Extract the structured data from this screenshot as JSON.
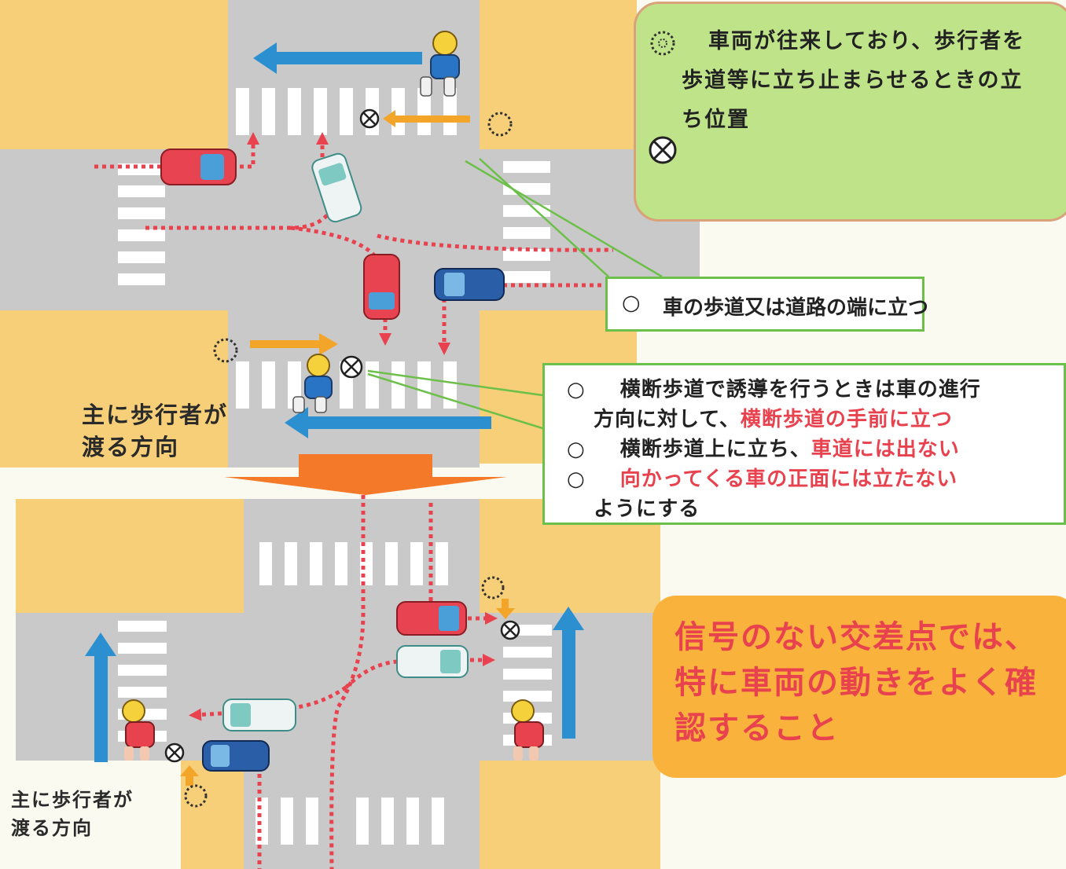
{
  "legend": {
    "stop_symbol_text": "車両が往来しており、歩行者を",
    "stop_symbol_text2": "歩道等に立ち止まらせるときの立",
    "stop_symbol_text3": "ち位置",
    "stand_symbol_icon": "circled-x-icon",
    "stop_symbol_icon": "dotted-circle-icon"
  },
  "callout_edge": {
    "mark": "○",
    "text": "車の歩道又は道路の端に立つ"
  },
  "callout_crosswalk": {
    "line1_mark": "○",
    "line1_a": "横断歩道で誘導を行うときは車の進行",
    "line1_b": "方向に対して、",
    "line1_red": "横断歩道の手前に立つ",
    "line2_mark": "○",
    "line2_a": "横断歩道上に立ち、",
    "line2_red": "車道には出ない",
    "line3_mark": "○",
    "line3_red": "向かってくる車の正面には立たない",
    "line3_b": "ようにする"
  },
  "pedestrian_direction_top": {
    "line1": "主に歩行者が",
    "line2": "渡る方向"
  },
  "pedestrian_direction_bottom": {
    "line1": "主に歩行者が",
    "line2": "渡る方向"
  },
  "warning": {
    "line1": "信号のない交差点では、",
    "line2": "特に車両の動きをよく確",
    "line3": "認すること"
  },
  "colors": {
    "road": "#c9c9c9",
    "sidewalk": "#f7cf78",
    "crosswalk": "#ffffff",
    "red_arrow": "#e8424f",
    "blue_arrow": "#2b8fd0",
    "yellow_arrow": "#f3a52a",
    "orange_transition": "#f47a2a",
    "green_box": "#bfe389",
    "orange_box": "#f9b33c"
  }
}
